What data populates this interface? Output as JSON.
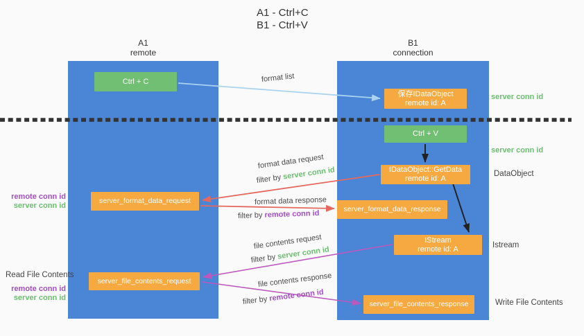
{
  "title": {
    "line1": "A1 - Ctrl+C",
    "line2": "B1 - Ctrl+V"
  },
  "lifelines": {
    "a1": {
      "name": "A1",
      "role": "remote"
    },
    "b1": {
      "name": "B1",
      "role": "connection"
    }
  },
  "boxes": {
    "ctrl_c": "Ctrl + C",
    "ctrl_v": "Ctrl + V",
    "save_dataobject": {
      "line1": "保存IDataObject",
      "line2": "remote id: A"
    },
    "getdata": {
      "line1": "IDataObject::GetData",
      "line2": "remote id: A"
    },
    "istream": {
      "line1": "IStream",
      "line2": "remote id: A"
    },
    "format_request": "server_format_data_request",
    "format_response": "server_format_data_response",
    "file_request": "server_file_contents_request",
    "file_response": "server_file_contents_response"
  },
  "labels": {
    "format_list": "format list",
    "format_data_request": "format data request",
    "format_data_response": "format data response",
    "file_contents_request": "file contents request",
    "file_contents_response": "file contents response",
    "filter_by": "filter by",
    "server_conn_id": "server conn id",
    "remote_conn_id": "remote conn id",
    "dataobject": "DataObject",
    "istream": "Istream",
    "read_file_contents": "Read File Contents",
    "write_file_contents": "Write File Contents"
  },
  "colors": {
    "lifeline_blue": "#4a85d6",
    "box_green": "#71bf73",
    "box_orange": "#f7a941",
    "arrow_light_blue": "#a9d3ef",
    "arrow_red": "#e5695f",
    "arrow_magenta": "#bd58bd",
    "arrow_black": "#222222",
    "separator_dark": "#333333",
    "conn_green": "#6abf6e",
    "conn_purple": "#a44ec4"
  }
}
